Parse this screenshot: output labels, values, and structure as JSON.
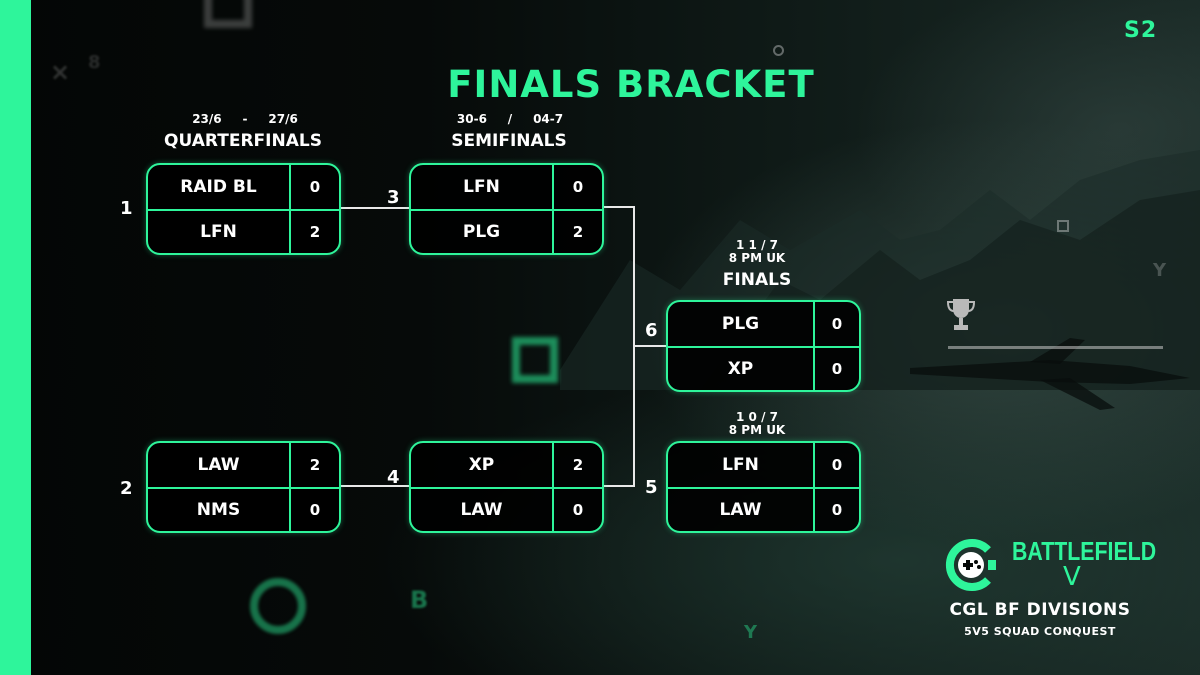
{
  "header": {
    "title": "FINALS BRACKET",
    "season_badge": "S2"
  },
  "rounds": {
    "quarterfinals": {
      "label": "QUARTERFINALS",
      "dates": "23/6     -     27/6"
    },
    "semifinals": {
      "label": "SEMIFINALS",
      "dates": "30-6     /     04-7"
    },
    "finals": {
      "label": "FINALS",
      "dates": "1 1 / 7\n8 PM UK"
    },
    "third_place": {
      "dates": "1 0 / 7\n8 PM UK"
    }
  },
  "matches": [
    {
      "id": "1",
      "team1": "RAID BL",
      "score1": "0",
      "team2": "LFN",
      "score2": "2"
    },
    {
      "id": "2",
      "team1": "LAW",
      "score1": "2",
      "team2": "NMS",
      "score2": "0"
    },
    {
      "id": "3",
      "team1": "LFN",
      "score1": "0",
      "team2": "PLG",
      "score2": "2"
    },
    {
      "id": "4",
      "team1": "XP",
      "score1": "2",
      "team2": "LAW",
      "score2": "0"
    },
    {
      "id": "5",
      "team1": "LFN",
      "score1": "0",
      "team2": "LAW",
      "score2": "0"
    },
    {
      "id": "6",
      "team1": "PLG",
      "score1": "0",
      "team2": "XP",
      "score2": "0"
    }
  ],
  "decorations": {
    "glyph_x": "×",
    "glyph_8": "8",
    "glyph_b": "B",
    "glyph_y1": "Y",
    "glyph_y2": "Y"
  },
  "branding": {
    "game": "BATTLEFIELD",
    "game_numeral": "V",
    "league": "CGL BF DIVISIONS",
    "mode": "5V5 SQUAD CONQUEST"
  },
  "icons": {
    "trophy": "trophy-icon",
    "logo": "cgl-controller-logo-icon"
  },
  "colors": {
    "accent": "#2ef59b",
    "background": "#050807",
    "connector": "#e8e8e8"
  }
}
